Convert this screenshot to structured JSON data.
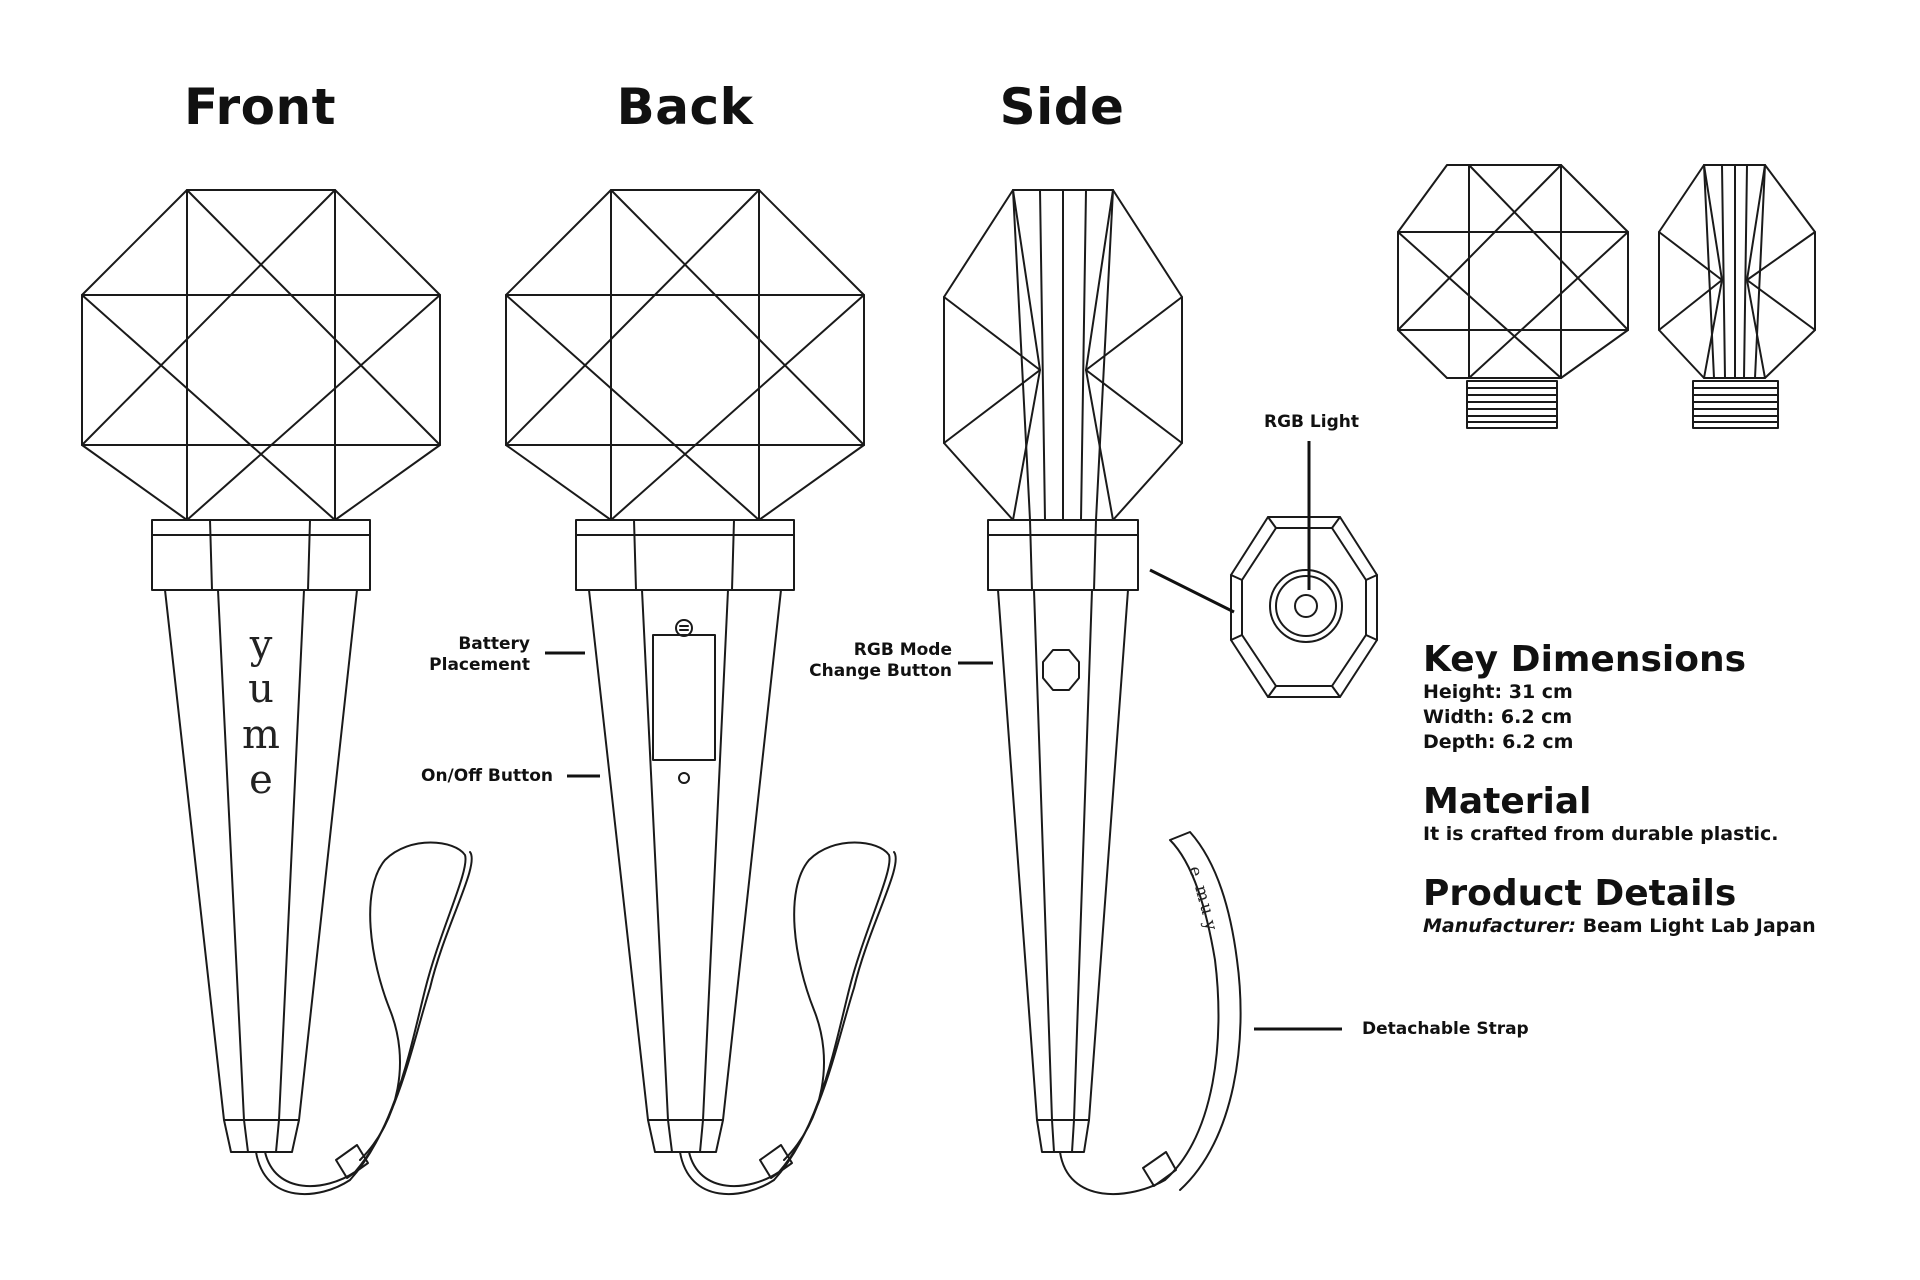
{
  "views": {
    "front": "Front",
    "back": "Back",
    "side": "Side"
  },
  "wordmark": {
    "letters": [
      "y",
      "u",
      "m",
      "e"
    ],
    "strap_letters": [
      "y",
      "u",
      "m",
      "e"
    ]
  },
  "callouts": {
    "battery": [
      "Battery",
      "Placement"
    ],
    "onoff": "On/Off Button",
    "rgb_mode": [
      "RGB Mode",
      "Change Button"
    ],
    "rgb_light": "RGB Light",
    "strap": "Detachable Strap"
  },
  "specs": {
    "dimensions_title": "Key Dimensions",
    "height": "Height:  31 cm",
    "width": "Width: 6.2 cm",
    "depth": "Depth: 6.2 cm",
    "material_title": "Material",
    "material_text": "It is crafted from durable plastic.",
    "details_title": "Product Details",
    "manufacturer_label": "Manufacturer:",
    "manufacturer_value": "Beam Light Lab Japan"
  }
}
